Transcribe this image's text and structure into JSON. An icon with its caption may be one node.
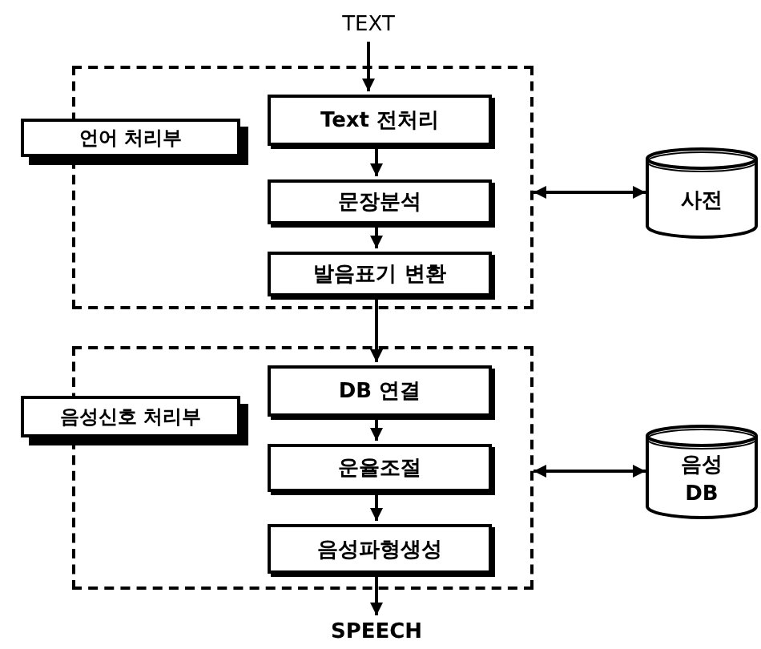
{
  "diagram": {
    "nodes": [
      {
        "text": [
          "TEXT"
        ]
      },
      {
        "text": [],
        "shape": "box"
      },
      {
        "text": [
          "언어 처리부"
        ]
      },
      {
        "text": [
          "Text 전처리"
        ],
        "in": 1
      },
      {
        "text": [
          "문장분석"
        ],
        "in": 1
      },
      {
        "text": [
          "발음표기 변환"
        ],
        "in": 1
      },
      {
        "text": [
          "사전"
        ]
      },
      {
        "text": [],
        "shape": "box"
      },
      {
        "text": [
          "음성신호 처리부"
        ]
      },
      {
        "text": [
          "DB 연결"
        ],
        "in": 7
      },
      {
        "text": [
          "운율조절"
        ],
        "in": 7
      },
      {
        "text": [
          "음성파형생성"
        ],
        "in": 7
      },
      {
        "text": [
          "음성 DB"
        ]
      },
      {
        "text": [
          "SPEECH"
        ]
      }
    ],
    "edges": [
      {
        "from": 0,
        "to": 3,
        "arrow": "to"
      },
      {
        "from": 3,
        "to": 4,
        "arrow": "to"
      },
      {
        "from": 4,
        "to": 5,
        "arrow": "to"
      },
      {
        "from": 1,
        "to": 6,
        "arrow": "both"
      },
      {
        "from": 5,
        "to": 9,
        "arrow": "to"
      },
      {
        "from": 9,
        "to": 10,
        "arrow": "to"
      },
      {
        "from": 10,
        "to": 11,
        "arrow": "to"
      },
      {
        "from": 7,
        "to": 12,
        "arrow": "both"
      },
      {
        "from": 11,
        "to": 13,
        "arrow": "to"
      }
    ]
  }
}
